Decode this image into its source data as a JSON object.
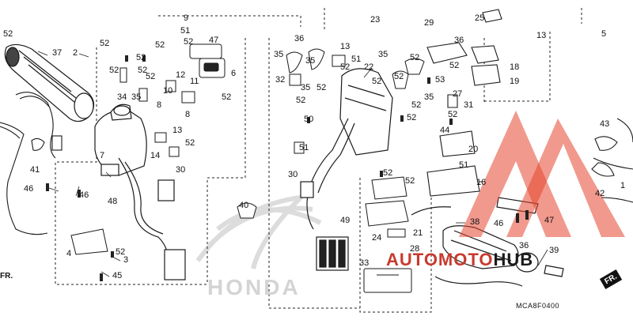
{
  "diagram": {
    "part_code": "MCA8F0400",
    "honda_wordmark": "HONDA",
    "front_marker": "FR.",
    "watermark": {
      "part1": "AUTOMOTO",
      "part2": "HUB"
    },
    "accent_color": "#e5452f",
    "callouts": [
      "1",
      "2",
      "3",
      "4",
      "5",
      "6",
      "7",
      "8",
      "9",
      "10",
      "11",
      "12",
      "13",
      "14",
      "16",
      "18",
      "19",
      "20",
      "21",
      "22",
      "23",
      "24",
      "25",
      "27",
      "28",
      "29",
      "30",
      "31",
      "32",
      "33",
      "34",
      "35",
      "36",
      "37",
      "38",
      "39",
      "40",
      "41",
      "42",
      "43",
      "44",
      "45",
      "46",
      "47",
      "48",
      "49",
      "50",
      "51",
      "52",
      "53"
    ]
  }
}
